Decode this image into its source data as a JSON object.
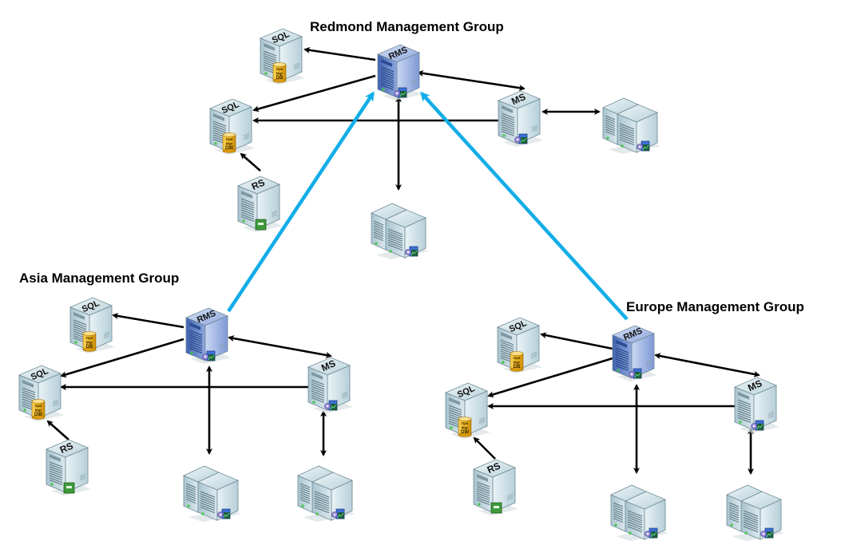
{
  "diagram": {
    "colors": {
      "link_internal": "#000000",
      "link_group": "#12ADE8",
      "server_body": "#C9DDE4",
      "rms_body": "#6E8FD0",
      "db_cylinder": "#F2B81E",
      "rs_badge": "#3E9A3A"
    },
    "groups": [
      {
        "id": "redmond",
        "label": "Redmond Management Group",
        "servers": {
          "rms": {
            "label": "RMS",
            "type": "root-management-server"
          },
          "sql_db": {
            "label": "SQL",
            "db_label": [
              "Ops",
              "Mgr",
              "DB"
            ],
            "type": "operational-database"
          },
          "sql_dw": {
            "label": "SQL",
            "db_label": [
              "Ops",
              "Mgr",
              "DW"
            ],
            "type": "data-warehouse"
          },
          "rs": {
            "label": "RS",
            "type": "reporting-server"
          },
          "ms": {
            "label": "MS",
            "type": "management-server"
          },
          "agents_rms": {
            "label": "",
            "type": "agent-servers"
          },
          "agents_ms": {
            "label": "",
            "type": "agent-servers"
          }
        }
      },
      {
        "id": "asia",
        "label": "Asia Management Group",
        "servers": {
          "rms": {
            "label": "RMS",
            "type": "root-management-server"
          },
          "sql_db": {
            "label": "SQL",
            "db_label": [
              "Ops",
              "Mgr",
              "DB"
            ],
            "type": "operational-database"
          },
          "sql_dw": {
            "label": "SQL",
            "db_label": [
              "Ops",
              "Mgr",
              "DW"
            ],
            "type": "data-warehouse"
          },
          "rs": {
            "label": "RS",
            "type": "reporting-server"
          },
          "ms": {
            "label": "MS",
            "type": "management-server"
          },
          "agents_rms": {
            "label": "",
            "type": "agent-servers"
          },
          "agents_ms": {
            "label": "",
            "type": "agent-servers"
          }
        }
      },
      {
        "id": "europe",
        "label": "Europe Management Group",
        "servers": {
          "rms": {
            "label": "RMS",
            "type": "root-management-server"
          },
          "sql_db": {
            "label": "SQL",
            "db_label": [
              "Ops",
              "Mgr",
              "DB"
            ],
            "type": "operational-database"
          },
          "sql_dw": {
            "label": "SQL",
            "db_label": [
              "Ops",
              "Mgr",
              "DW"
            ],
            "type": "data-warehouse"
          },
          "rs": {
            "label": "RS",
            "type": "reporting-server"
          },
          "ms": {
            "label": "MS",
            "type": "management-server"
          },
          "agents_rms": {
            "label": "",
            "type": "agent-servers"
          },
          "agents_ms": {
            "label": "",
            "type": "agent-servers"
          }
        }
      }
    ],
    "internal_links": [
      {
        "from": "rms",
        "to": "sql_db",
        "direction": "forward"
      },
      {
        "from": "rms",
        "to": "sql_dw",
        "direction": "forward"
      },
      {
        "from": "ms",
        "to": "sql_dw",
        "direction": "forward"
      },
      {
        "from": "rs",
        "to": "sql_dw",
        "direction": "forward"
      },
      {
        "from": "rms",
        "to": "ms",
        "direction": "both"
      },
      {
        "from": "rms",
        "to": "agents_rms",
        "direction": "both"
      },
      {
        "from": "ms",
        "to": "agents_ms",
        "direction": "both"
      }
    ],
    "group_links": [
      {
        "from": "asia.rms",
        "to": "redmond.rms",
        "direction": "forward"
      },
      {
        "from": "europe.rms",
        "to": "redmond.rms",
        "direction": "forward"
      }
    ]
  }
}
